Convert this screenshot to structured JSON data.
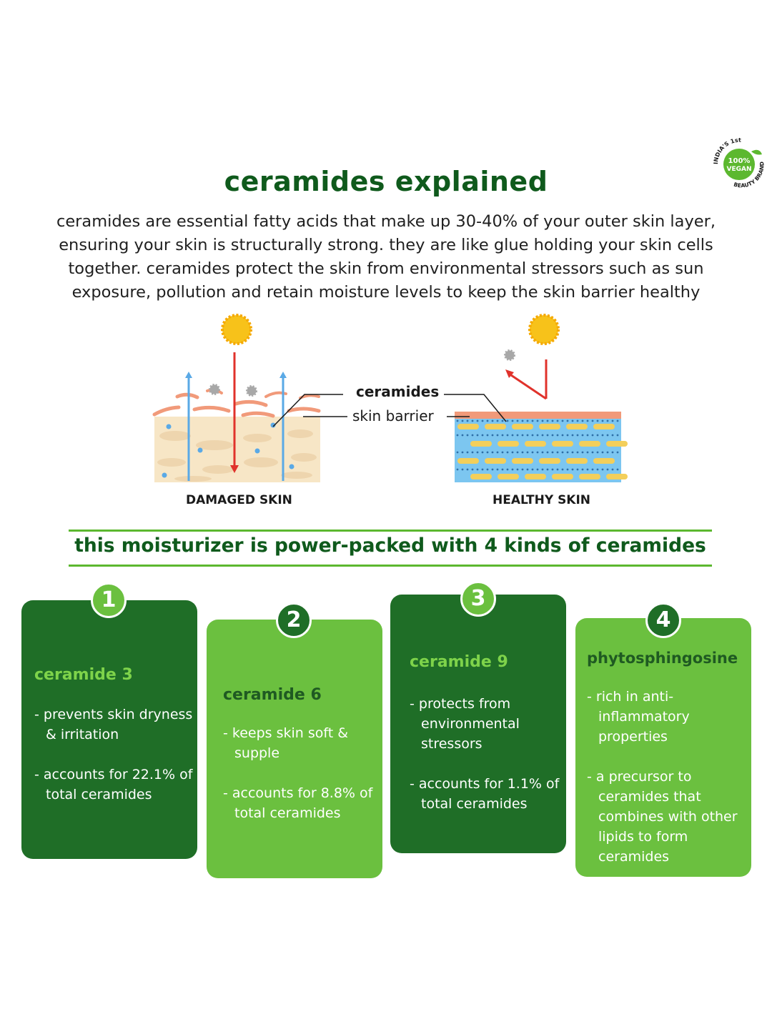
{
  "badge": {
    "top_text": "INDIA'S 1st",
    "center_line1": "100%",
    "center_line2": "VEGAN",
    "bottom_text": "BEAUTY BRAND",
    "color": "#5cb82f"
  },
  "header": {
    "title": "ceramides explained",
    "intro": "ceramides are essential fatty acids that make up 30-40% of your outer skin layer, ensuring your skin is structurally strong. they are like glue holding your skin cells together. ceramides protect the skin from environmental stressors such as sun exposure, pollution and retain moisture levels to keep the skin barrier healthy"
  },
  "diagram": {
    "label_ceramides": "ceramides",
    "label_skin_barrier": "skin barrier",
    "caption_damaged": "DAMAGED SKIN",
    "caption_healthy": "HEALTHY SKIN",
    "colors": {
      "sun": "#f7c21a",
      "uv_ray": "#e0322b",
      "moisture": "#5aa9e6",
      "pollutant": "#a8a8a8",
      "damaged_base": "#f7e6c6",
      "barrier": "#f19a7a",
      "healthy_blue": "#7cc6f0",
      "lipid": "#f3cf5b"
    }
  },
  "banner": {
    "text": "this moisturizer is power-packed with 4 kinds of ceramides"
  },
  "cards": [
    {
      "number": "1",
      "title": "ceramide 3",
      "bullets": [
        "- prevents skin dryness & irritation",
        "- accounts for 22.1% of total ceramides"
      ]
    },
    {
      "number": "2",
      "title": "ceramide 6",
      "bullets": [
        "- keeps skin soft & supple",
        "- accounts for 8.8% of total ceramides"
      ]
    },
    {
      "number": "3",
      "title": "ceramide 9",
      "bullets": [
        "- protects from environmental stressors",
        "- accounts for 1.1% of total ceramides"
      ]
    },
    {
      "number": "4",
      "title": "phytosphingosine",
      "bullets": [
        "- rich in anti-inflammatory properties",
        "- a precursor to ceramides that combines with other lipids to form ceramides"
      ]
    }
  ],
  "theme": {
    "dark_green": "#1f6e27",
    "light_green": "#6bc03f",
    "heading_green": "#0f5a1c"
  }
}
